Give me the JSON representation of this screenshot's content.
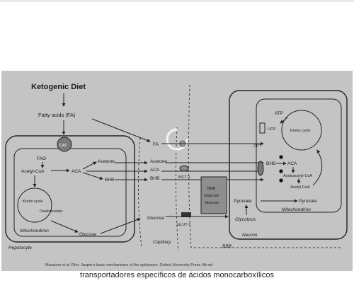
{
  "diagram": {
    "title": "Ketogenic Diet",
    "fatty_acids": "Fatty acids (FA)",
    "hepatocyte": {
      "cat": "CAT",
      "fao": "FAO",
      "acetyl_coa": "Acetyl-CoA",
      "aca": "ACA",
      "acetone": "Acetone",
      "bhb": "BHB",
      "krebs_cycle": "Krebs cycle",
      "oxaloacetate": "Oxaloacetate",
      "mitochondrion": "Mitochondrion",
      "glucose": "Glucose",
      "label": "Hepatocyte"
    },
    "capillary": {
      "fa": "FA",
      "acetone": "Acetone",
      "aca": "ACA",
      "bhb": "BHB",
      "glucose": "Glucose",
      "label": "Capillary"
    },
    "transporters": {
      "mct": "MCT-1",
      "glut": "GLUT-1"
    },
    "glial_cell": {
      "bhb": "BHB",
      "label": "Glial cell",
      "glucose": "Glucose"
    },
    "bbb": "BBB",
    "neuron": {
      "label": "Neuron",
      "pyruvate": "Pyruvate",
      "glycolysis": "Glycolysis",
      "atp": "ATP",
      "krebs_cycle": "Krebs cycle",
      "bhb": "BHB",
      "aca": "ACA",
      "acetoacetyl_coa": "Acetoacetyl-CoA",
      "acetyl_coa": "Acetyl-CoA",
      "pyruvate_mito": "Pyruvate",
      "mitochondrion": "Mitochondrion",
      "ucp": "UCP",
      "cpt": "CPT"
    },
    "citation": "Massimo et al. Rho: Jasper's basic mechanisms of the epilepsies. Oxford University Press 4th ed"
  },
  "caption": "transportadores específicos de ácidos monocarboxílicos"
}
